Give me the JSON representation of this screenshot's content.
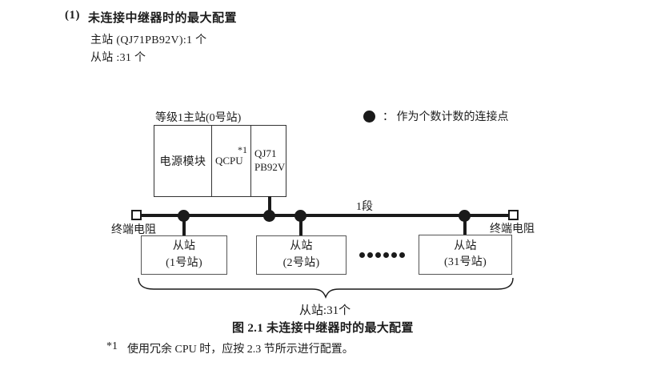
{
  "section": {
    "number": "(1)",
    "title": "未连接中继器时的最大配置",
    "master_spec": "主站 (QJ71PB92V):1 个",
    "slave_spec": "从站 :31 个"
  },
  "diagram": {
    "master_label": "等级1主站(0号站)",
    "master_unit": {
      "power": "电源模块",
      "cpu": "QCPU",
      "cpu_note": "*1",
      "module": "QJ71\nPB92V"
    },
    "legend_text": "： 作为个数计数的连接点",
    "segment_label": "1段",
    "terminator_left": "终端电阻",
    "terminator_right": "终端电阻",
    "slaves": [
      {
        "label": "从站\n(1号站)"
      },
      {
        "label": "从站\n(2号站)"
      },
      {
        "label": "从站\n(31号站)"
      }
    ],
    "slave_count_label": "从站:31个"
  },
  "caption": "图 2.1 未连接中继器时的最大配置",
  "footnote": {
    "marker": "*1",
    "text": "使用冗余 CPU 时，应按 2.3 节所示进行配置。"
  }
}
